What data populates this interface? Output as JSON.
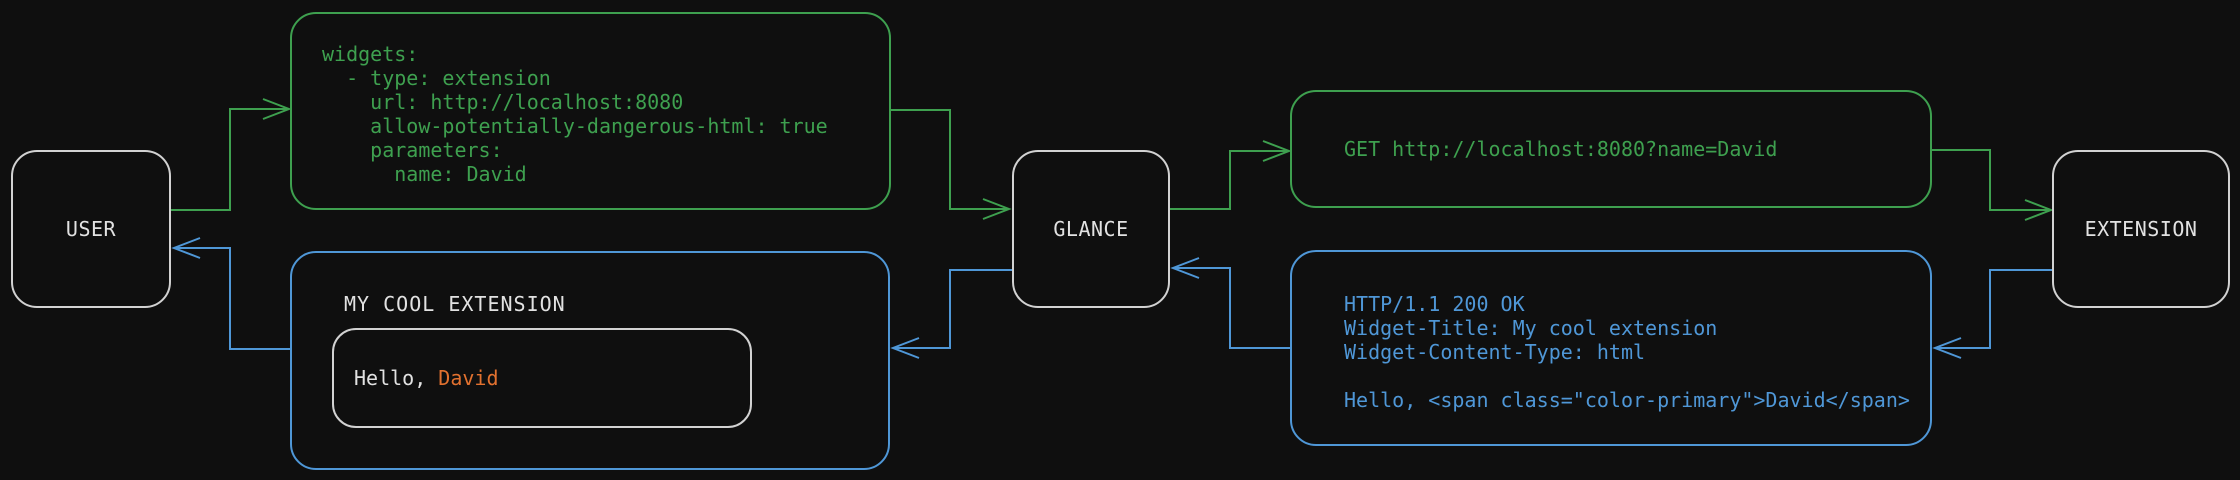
{
  "diagram": {
    "nodes": {
      "user": {
        "label": "USER"
      },
      "glance": {
        "label": "GLANCE"
      },
      "extension": {
        "label": "EXTENSION"
      }
    },
    "config_box": {
      "lines": [
        "widgets:",
        "  - type: extension",
        "    url: http://localhost:8080",
        "    allow-potentially-dangerous-html: true",
        "    parameters:",
        "      name: David"
      ]
    },
    "request_box": {
      "text": "GET http://localhost:8080?name=David"
    },
    "response_box": {
      "lines": [
        "HTTP/1.1 200 OK",
        "Widget-Title: My cool extension",
        "Widget-Content-Type: html",
        "",
        "Hello, <span class=\"color-primary\">David</span>"
      ]
    },
    "widget_box": {
      "title": "MY COOL EXTENSION",
      "greeting_prefix": "Hello, ",
      "greeting_name": "David"
    },
    "colors": {
      "background": "#0f0f0f",
      "request_green": "#3ea04f",
      "response_blue": "#4f97d7",
      "node_border": "#d2d2d2",
      "text_light": "#e2e2e2",
      "accent_orange": "#e2712f"
    }
  }
}
